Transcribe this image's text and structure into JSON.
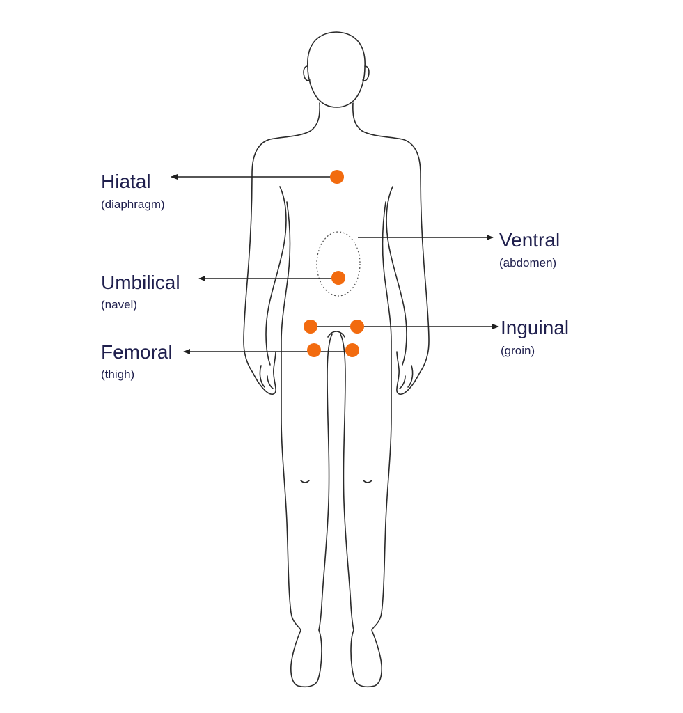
{
  "colors": {
    "dot": "#f26b0f",
    "label": "#1f1f4d",
    "outline": "#2a2a2a"
  },
  "labels": {
    "hiatal": {
      "name": "Hiatal",
      "sub": "(diaphragm)"
    },
    "ventral": {
      "name": "Ventral",
      "sub": "(abdomen)"
    },
    "umbilical": {
      "name": "Umbilical",
      "sub": "(navel)"
    },
    "inguinal": {
      "name": "Inguinal",
      "sub": "(groin)"
    },
    "femoral": {
      "name": "Femoral",
      "sub": "(thigh)"
    }
  }
}
